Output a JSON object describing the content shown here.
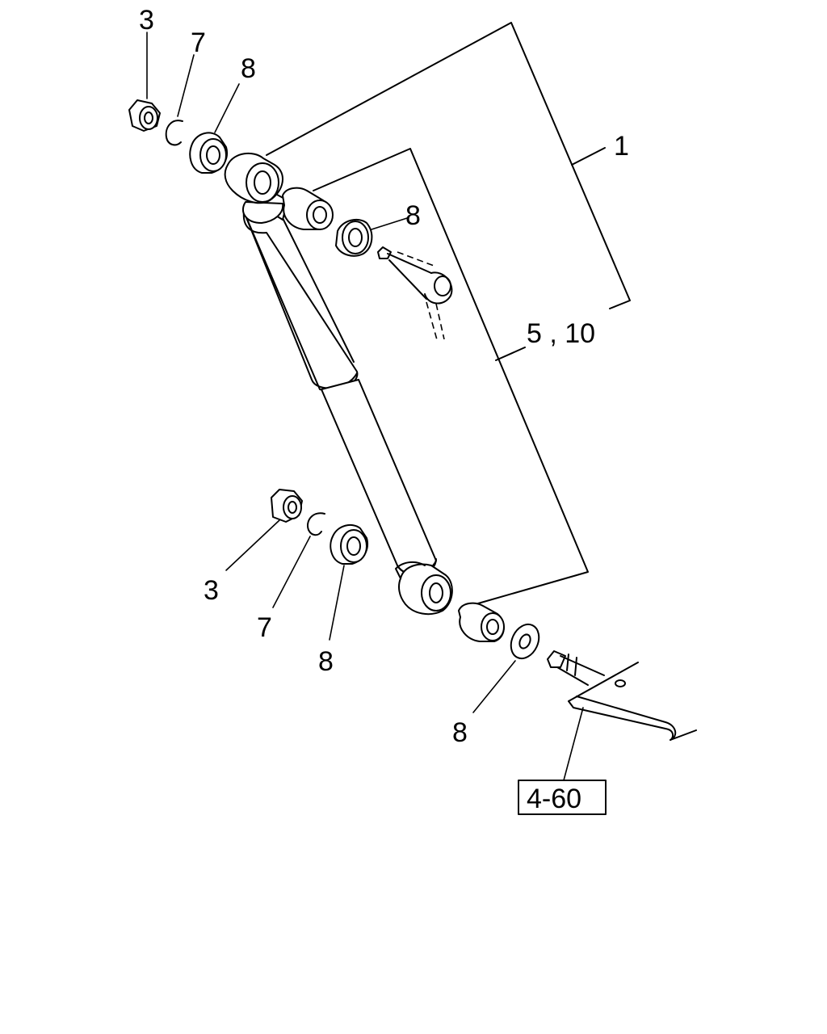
{
  "callouts": {
    "top_nut": "3",
    "top_clip": "7",
    "top_bushing": "8",
    "assembly": "1",
    "inner_bushing": "8",
    "kit": "5 , 10",
    "bottom_nut": "3",
    "bottom_clip": "7",
    "bottom_bushing": "8",
    "bottom_washer": "8"
  },
  "reference_box": "4-60"
}
